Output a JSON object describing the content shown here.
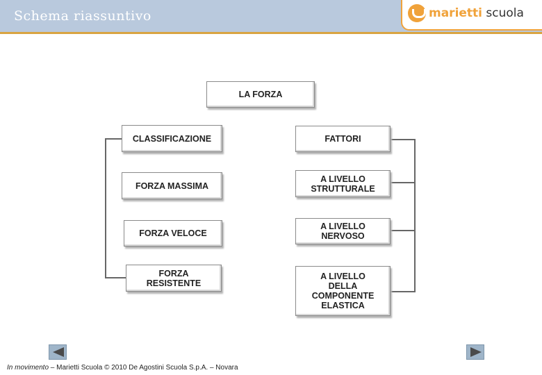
{
  "header": {
    "title": "Schema riassuntivo",
    "logo_text_strong": "marietti",
    "logo_text_light": "scuola"
  },
  "diagram": {
    "root": "LA FORZA",
    "left": [
      "CLASSIFICAZIONE",
      "FORZA MASSIMA",
      "FORZA VELOCE",
      "FORZA\nRESISTENTE"
    ],
    "right": [
      "FATTORI",
      "A LIVELLO\nSTRUTTURALE",
      "A LIVELLO\nNERVOSO",
      "A LIVELLO\nDELLA\nCOMPONENTE\nELASTICA"
    ]
  },
  "footer": {
    "book": "In movimento",
    "credit": " – Marietti Scuola © 2010 De Agostini Scuola S.p.A. – Novara"
  },
  "nav": {
    "prev_icon": "triangle-left-icon",
    "next_icon": "triangle-right-icon"
  },
  "colors": {
    "header_bg": "#b9c9dd",
    "accent": "#f0a23a"
  }
}
